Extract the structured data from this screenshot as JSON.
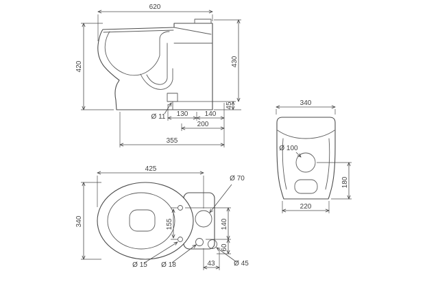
{
  "page": {
    "background": "#ffffff",
    "line_color": "#4a4a4a"
  },
  "side_view": {
    "dim_620": "620",
    "dim_420": "420",
    "dim_430": "430",
    "dim_45": "45",
    "dim_hole_11": "Ø 11",
    "dim_130": "130",
    "dim_140": "140",
    "dim_200": "200",
    "dim_355": "355"
  },
  "rear_view": {
    "dim_340": "340",
    "dim_hole_100": "Ø 100",
    "dim_180": "180",
    "dim_220": "220"
  },
  "top_view": {
    "dim_425": "425",
    "dim_340": "340",
    "dim_hole_70": "Ø 70",
    "dim_155": "155",
    "dim_140": "140",
    "dim_60": "60",
    "dim_hole_15": "Ø 15",
    "dim_hole_18": "Ø 18",
    "dim_43": "43",
    "dim_hole_45": "Ø 45"
  }
}
